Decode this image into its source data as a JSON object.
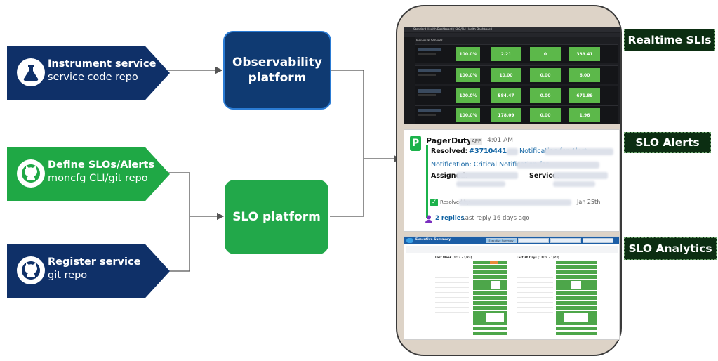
{
  "inputs": [
    {
      "title": "Instrument service",
      "subtitle": "service code repo",
      "color": "#0f3068",
      "icon": "flask-icon"
    },
    {
      "title": "Define SLOs/Alerts",
      "subtitle": "moncfg CLI/git repo",
      "color": "#1fa845",
      "icon": "github-icon"
    },
    {
      "title": "Register service",
      "subtitle": "git repo",
      "color": "#0f3068",
      "icon": "github-icon"
    }
  ],
  "platforms": {
    "observability": {
      "label_line1": "Observability",
      "label_line2": "platform",
      "color": "#0f3a72"
    },
    "slo": {
      "label": "SLO platform",
      "color": "#22a84a"
    }
  },
  "tags": {
    "realtime": "Realtime SLIs",
    "alerts": "SLO Alerts",
    "analytics": "SLO Analytics"
  },
  "dashboard": {
    "header_title": "Standard Health Dashboard / SLO/SLI Health Dashboard",
    "section_label": "Individual Services",
    "rows": [
      [
        "100.0%",
        "2.21",
        "0",
        "339.41"
      ],
      [
        "100.0%",
        "10.00",
        "0.00",
        "6.00"
      ],
      [
        "100.0%",
        "584.47",
        "0.00",
        "671.89"
      ],
      [
        "100.0%",
        "178.09",
        "0.00",
        "1.96"
      ]
    ]
  },
  "alert": {
    "sender": "PagerDuty",
    "badge": "APP",
    "time": "4:01 AM",
    "resolved_label": "Resolved:",
    "incident_id": "#3710441",
    "notification_for_alert": "Notification for Alert:",
    "notification_label": "Notification: Critical Notification for",
    "assigned_label": "Assigned:",
    "service_label": "Service:",
    "resolved_by": "Resolved by",
    "resolved_date": "Jan 25th",
    "replies": "2 replies",
    "last_reply": "Last reply 16 days ago"
  },
  "exec": {
    "title": "Executive Summary",
    "tabs": [
      "Executive Summary",
      "",
      "",
      ""
    ],
    "left_header": "Last Week (1/17 - 1/23)",
    "right_header": "Last 30 Days (12/24 - 1/23)"
  }
}
